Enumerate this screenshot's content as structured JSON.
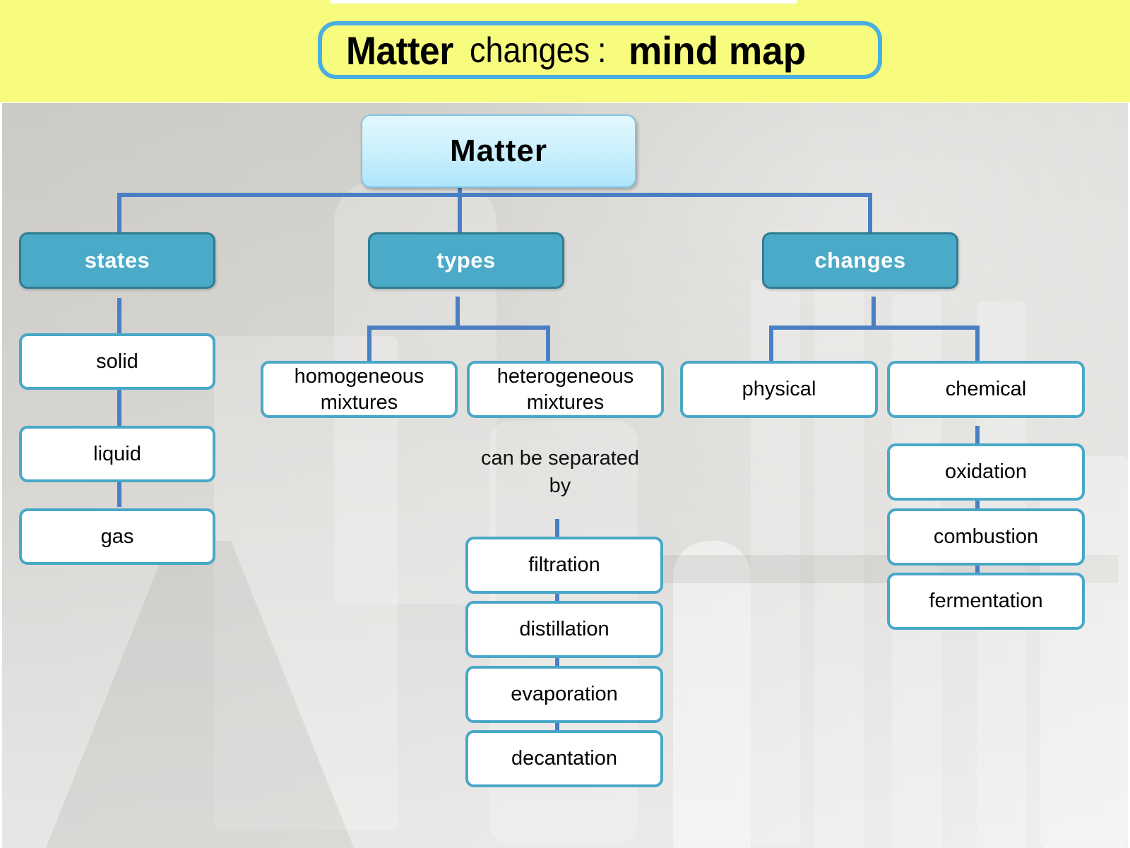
{
  "header": {
    "title_part1": "Matter",
    "title_part2": "changes",
    "title_separator": ":",
    "title_part3": "mind map",
    "background_color": "#f7fb7e",
    "border_color": "#4aaee0"
  },
  "mindmap": {
    "root": {
      "label": "Matter"
    },
    "branches": [
      {
        "label": "states",
        "children": [
          {
            "label": "solid"
          },
          {
            "label": "liquid"
          },
          {
            "label": "gas"
          }
        ]
      },
      {
        "label": "types",
        "children": [
          {
            "label": "homogeneous mixtures",
            "line1": "homogeneous",
            "line2": "mixtures"
          },
          {
            "label": "heterogeneous mixtures",
            "line1": "heterogeneous",
            "line2": "mixtures",
            "connector_text_line1": "can be separated",
            "connector_text_line2": "by",
            "children": [
              {
                "label": "filtration"
              },
              {
                "label": "distillation"
              },
              {
                "label": "evaporation"
              },
              {
                "label": "decantation"
              }
            ]
          }
        ]
      },
      {
        "label": "changes",
        "children": [
          {
            "label": "physical"
          },
          {
            "label": "chemical",
            "children": [
              {
                "label": "oxidation"
              },
              {
                "label": "combustion"
              },
              {
                "label": "fermentation"
              }
            ]
          }
        ]
      }
    ],
    "colors": {
      "category_fill": "#4aaac8",
      "category_border": "#2f7d92",
      "leaf_border": "#49a8c7",
      "connector": "#4a7fc4",
      "root_fill": "#c9effc"
    }
  }
}
